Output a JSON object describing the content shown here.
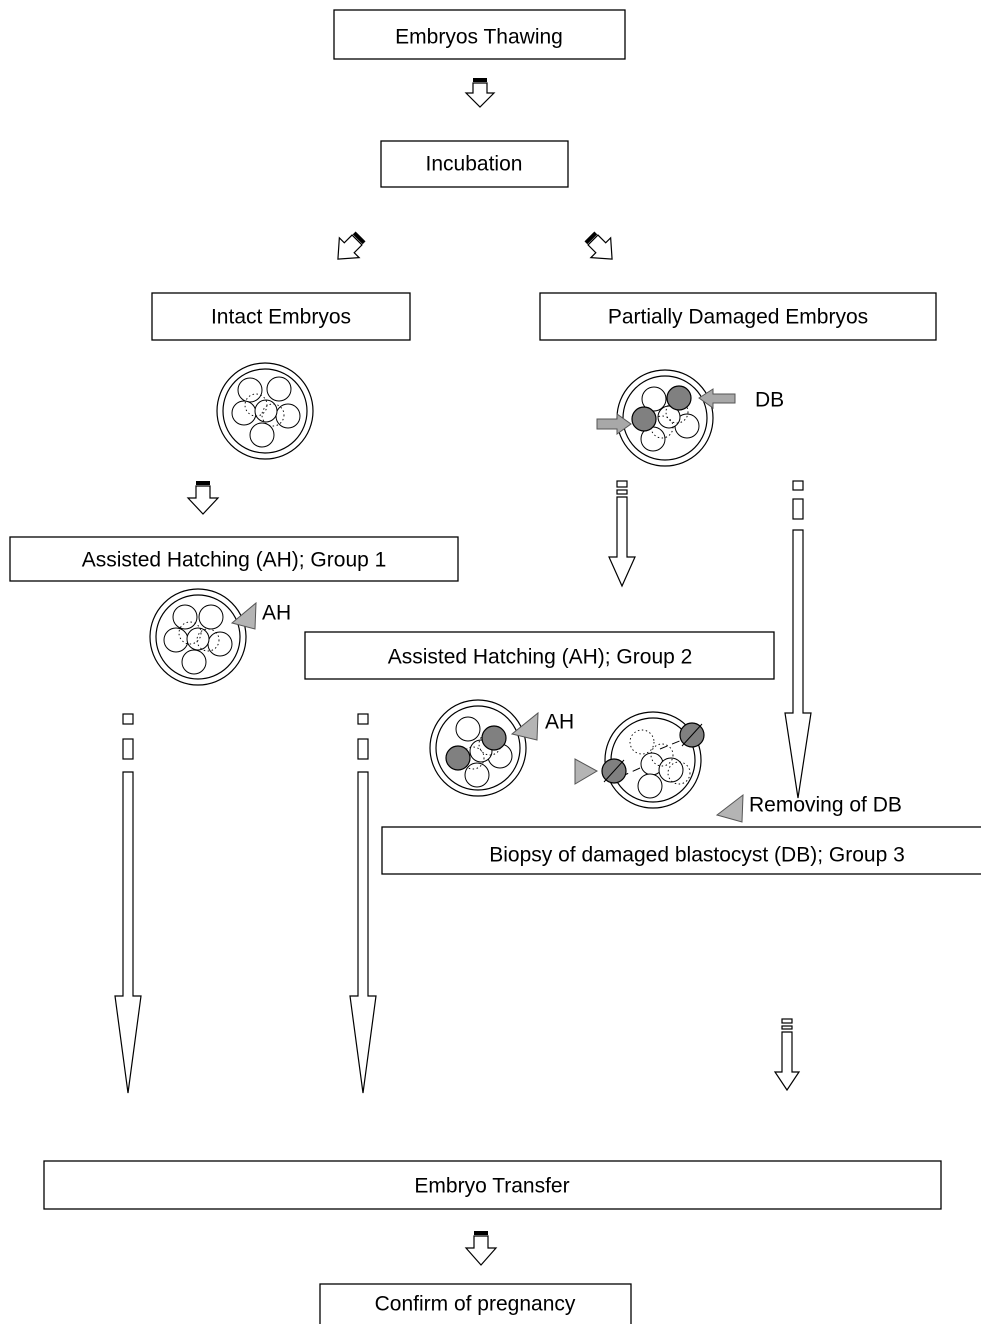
{
  "boxes": {
    "thawing": "Embryos Thawing",
    "incubation": "Incubation",
    "intact": "Intact Embryos",
    "partial": "Partially Damaged Embryos",
    "ah_group1": "Assisted Hatching (AH); Group 1",
    "ah_group2": "Assisted Hatching (AH); Group 2",
    "biopsy_group3": "Biopsy of damaged blastocyst (DB); Group 3",
    "transfer": "Embryo Transfer",
    "pregnancy": "Confirm of pregnancy"
  },
  "labels": {
    "db": "DB",
    "ah1": "AH",
    "ah2": "AH",
    "removing": "Removing of DB"
  },
  "colors": {
    "damaged_cell": "#808080",
    "marker": "#b4b4b4"
  }
}
